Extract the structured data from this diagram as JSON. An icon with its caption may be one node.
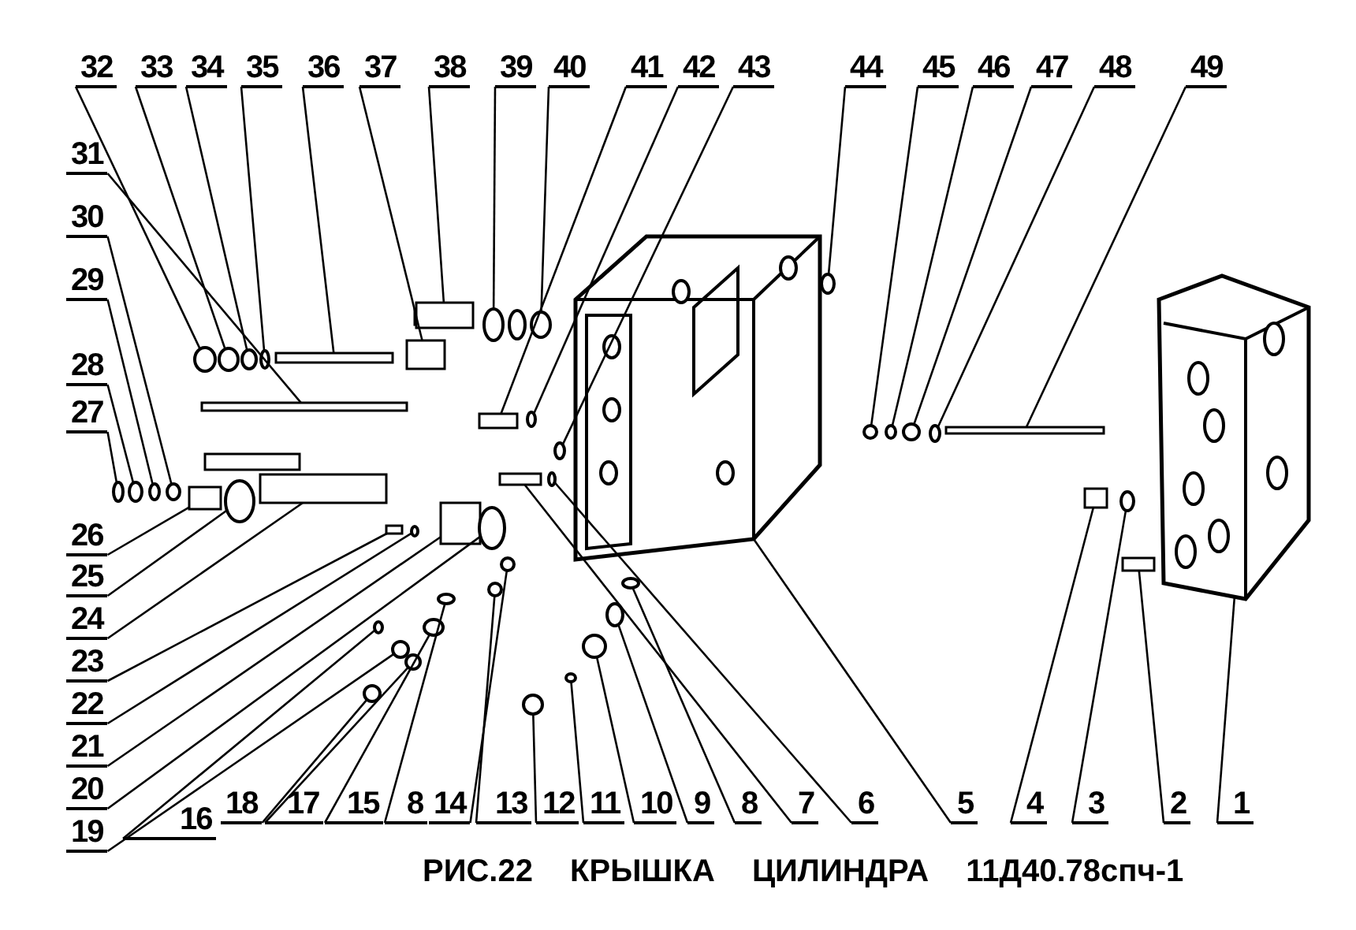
{
  "diagram": {
    "caption": "РИС.22 КРЫШКА ЦИЛИНДРА 11Д40.78спч-1",
    "nodes": [
      {
        "text": [
          "32"
        ]
      },
      {
        "text": [
          "33"
        ]
      },
      {
        "text": [
          "34"
        ]
      },
      {
        "text": [
          "35"
        ]
      },
      {
        "text": [
          "36"
        ]
      },
      {
        "text": [
          "37"
        ]
      },
      {
        "text": [
          "38"
        ]
      },
      {
        "text": [
          "39"
        ]
      },
      {
        "text": [
          "40"
        ]
      },
      {
        "text": [
          "41"
        ]
      },
      {
        "text": [
          "42"
        ]
      },
      {
        "text": [
          "43"
        ]
      },
      {
        "text": [
          "44"
        ]
      },
      {
        "text": [
          "45"
        ]
      },
      {
        "text": [
          "46"
        ]
      },
      {
        "text": [
          "47"
        ]
      },
      {
        "text": [
          "48"
        ]
      },
      {
        "text": [
          "49"
        ]
      },
      {
        "text": [
          "31"
        ]
      },
      {
        "text": [
          "30"
        ]
      },
      {
        "text": [
          "29"
        ]
      },
      {
        "text": [
          "28"
        ]
      },
      {
        "text": [
          "27"
        ]
      },
      {
        "text": [
          "26"
        ]
      },
      {
        "text": [
          "25"
        ]
      },
      {
        "text": [
          "24"
        ]
      },
      {
        "text": [
          "23"
        ]
      },
      {
        "text": [
          "22"
        ]
      },
      {
        "text": [
          "21"
        ]
      },
      {
        "text": [
          "20"
        ]
      },
      {
        "text": [
          "19"
        ]
      },
      {
        "text": [
          "16"
        ]
      },
      {
        "text": [
          "18"
        ]
      },
      {
        "text": [
          "17"
        ]
      },
      {
        "text": [
          "15"
        ]
      },
      {
        "text": [
          "8"
        ]
      },
      {
        "text": [
          "14"
        ]
      },
      {
        "text": [
          "13"
        ]
      },
      {
        "text": [
          "12"
        ]
      },
      {
        "text": [
          "11"
        ]
      },
      {
        "text": [
          "10"
        ]
      },
      {
        "text": [
          "9"
        ]
      },
      {
        "text": [
          "8"
        ]
      },
      {
        "text": [
          "7"
        ]
      },
      {
        "text": [
          "6"
        ]
      },
      {
        "text": [
          "5"
        ]
      },
      {
        "text": [
          "4"
        ]
      },
      {
        "text": [
          "3"
        ]
      },
      {
        "text": [
          "2"
        ]
      },
      {
        "text": [
          "1"
        ]
      },
      {
        "text": [],
        "shape": "circle"
      },
      {
        "text": [],
        "shape": "circle"
      },
      {
        "text": [],
        "shape": "circle"
      },
      {
        "text": [],
        "shape": "circle"
      },
      {
        "text": [],
        "shape": "box"
      },
      {
        "text": [],
        "shape": "box"
      },
      {
        "text": [],
        "shape": "box"
      },
      {
        "text": [],
        "shape": "circle"
      },
      {
        "text": [],
        "shape": "circle"
      },
      {
        "text": [],
        "shape": "box"
      },
      {
        "text": [],
        "shape": "circle"
      },
      {
        "text": [],
        "shape": "circle"
      },
      {
        "text": [],
        "shape": "circle"
      },
      {
        "text": [],
        "shape": "circle"
      },
      {
        "text": [],
        "shape": "circle"
      },
      {
        "text": [],
        "shape": "circle"
      },
      {
        "text": [],
        "shape": "circle"
      },
      {
        "text": [],
        "shape": "box"
      },
      {
        "text": [],
        "shape": "box"
      },
      {
        "text": [],
        "shape": "circle"
      },
      {
        "text": [],
        "shape": "circle"
      },
      {
        "text": [],
        "shape": "circle"
      },
      {
        "text": [],
        "shape": "circle"
      },
      {
        "text": [],
        "shape": "box"
      },
      {
        "text": [],
        "shape": "circle"
      },
      {
        "text": [],
        "shape": "box"
      },
      {
        "text": [],
        "shape": "box"
      },
      {
        "text": [],
        "shape": "circle"
      },
      {
        "text": [],
        "shape": "box"
      },
      {
        "text": [],
        "shape": "circle"
      },
      {
        "text": [],
        "shape": "circle"
      },
      {
        "text": [],
        "shape": "circle"
      },
      {
        "text": [],
        "shape": "circle"
      },
      {
        "text": [],
        "shape": "circle"
      },
      {
        "text": [],
        "shape": "circle"
      },
      {
        "text": [],
        "shape": "circle"
      },
      {
        "text": [],
        "shape": "circle"
      },
      {
        "text": [],
        "shape": "circle"
      },
      {
        "text": [],
        "shape": "circle"
      },
      {
        "text": [],
        "shape": "circle"
      },
      {
        "text": [],
        "shape": "circle"
      },
      {
        "text": [],
        "shape": "circle"
      },
      {
        "text": [],
        "shape": "circle"
      },
      {
        "text": [],
        "shape": "box"
      },
      {
        "text": [],
        "shape": "circle"
      },
      {
        "text": [],
        "shape": "picture"
      },
      {
        "text": [],
        "shape": "box"
      },
      {
        "text": [],
        "shape": "circle"
      },
      {
        "text": [],
        "shape": "box"
      },
      {
        "text": [],
        "shape": "picture"
      }
    ],
    "edges": [
      {
        "from": 0,
        "to": 50,
        "arrow": "none"
      },
      {
        "from": 1,
        "to": 51,
        "arrow": "none"
      },
      {
        "from": 2,
        "to": 52,
        "arrow": "none"
      },
      {
        "from": 3,
        "to": 53,
        "arrow": "none"
      },
      {
        "from": 4,
        "to": 54,
        "arrow": "none"
      },
      {
        "from": 5,
        "to": 55,
        "arrow": "none"
      },
      {
        "from": 6,
        "to": 56,
        "arrow": "none"
      },
      {
        "from": 7,
        "to": 57,
        "arrow": "none"
      },
      {
        "from": 8,
        "to": 58,
        "arrow": "none"
      },
      {
        "from": 9,
        "to": 59,
        "arrow": "none"
      },
      {
        "from": 10,
        "to": 60,
        "arrow": "none"
      },
      {
        "from": 11,
        "to": 61,
        "arrow": "none"
      },
      {
        "from": 12,
        "to": 62,
        "arrow": "none"
      },
      {
        "from": 13,
        "to": 63,
        "arrow": "none"
      },
      {
        "from": 14,
        "to": 64,
        "arrow": "none"
      },
      {
        "from": 15,
        "to": 65,
        "arrow": "none"
      },
      {
        "from": 16,
        "to": 66,
        "arrow": "none"
      },
      {
        "from": 17,
        "to": 67,
        "arrow": "none"
      },
      {
        "from": 18,
        "to": 68,
        "arrow": "none"
      },
      {
        "from": 19,
        "to": 69,
        "arrow": "none"
      },
      {
        "from": 20,
        "to": 70,
        "arrow": "none"
      },
      {
        "from": 21,
        "to": 71,
        "arrow": "none"
      },
      {
        "from": 22,
        "to": 72,
        "arrow": "none"
      },
      {
        "from": 23,
        "to": 73,
        "arrow": "none"
      },
      {
        "from": 24,
        "to": 74,
        "arrow": "none"
      },
      {
        "from": 25,
        "to": 75,
        "arrow": "none"
      },
      {
        "from": 26,
        "to": 76,
        "arrow": "none"
      },
      {
        "from": 27,
        "to": 77,
        "arrow": "none"
      },
      {
        "from": 28,
        "to": 78,
        "arrow": "none"
      },
      {
        "from": 29,
        "to": 79,
        "arrow": "none"
      },
      {
        "from": 30,
        "to": 80,
        "arrow": "none"
      },
      {
        "from": 31,
        "to": 81,
        "arrow": "none"
      },
      {
        "from": 32,
        "to": 82,
        "arrow": "none"
      },
      {
        "from": 33,
        "to": 83,
        "arrow": "none"
      },
      {
        "from": 34,
        "to": 84,
        "arrow": "none"
      },
      {
        "from": 35,
        "to": 85,
        "arrow": "none"
      },
      {
        "from": 36,
        "to": 86,
        "arrow": "none"
      },
      {
        "from": 37,
        "to": 87,
        "arrow": "none"
      },
      {
        "from": 38,
        "to": 88,
        "arrow": "none"
      },
      {
        "from": 39,
        "to": 89,
        "arrow": "none"
      },
      {
        "from": 40,
        "to": 90,
        "arrow": "none"
      },
      {
        "from": 41,
        "to": 91,
        "arrow": "none"
      },
      {
        "from": 42,
        "to": 92,
        "arrow": "none"
      },
      {
        "from": 43,
        "to": 93,
        "arrow": "none"
      },
      {
        "from": 44,
        "to": 94,
        "arrow": "none"
      },
      {
        "from": 45,
        "to": 95,
        "arrow": "none"
      },
      {
        "from": 46,
        "to": 96,
        "arrow": "none"
      },
      {
        "from": 47,
        "to": 97,
        "arrow": "none"
      },
      {
        "from": 48,
        "to": 98,
        "arrow": "none"
      },
      {
        "from": 49,
        "to": 99,
        "arrow": "none"
      }
    ]
  }
}
